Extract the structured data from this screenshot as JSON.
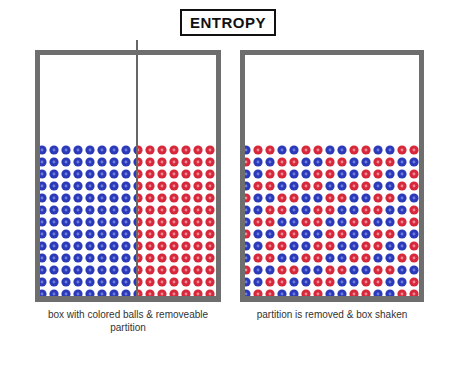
{
  "diagram": {
    "title": "ENTROPY",
    "nodes": [
      {
        "text": [
          "box with colored balls & removeable partition"
        ]
      },
      {
        "text": [
          "partition is removed & box shaken"
        ]
      }
    ]
  }
}
